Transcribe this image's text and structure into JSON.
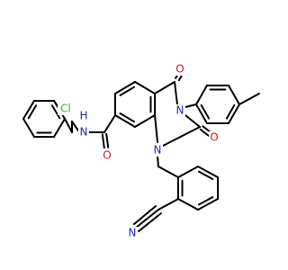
{
  "molecule": {
    "atoms": {
      "cl": {
        "text": "Cl",
        "color": "#2db82d"
      },
      "nh_n": {
        "text": "N",
        "color": "#1f1fcc"
      },
      "nh_h": {
        "text": "H",
        "color": "#1f1fcc"
      },
      "amide_o": {
        "text": "O",
        "color": "#e01010"
      },
      "c4_o": {
        "text": "O",
        "color": "#e01010"
      },
      "c2_o": {
        "text": "O",
        "color": "#e01010"
      },
      "n3": {
        "text": "N",
        "color": "#1f1fcc"
      },
      "n1": {
        "text": "N",
        "color": "#1f1fcc"
      },
      "cn_n": {
        "text": "N",
        "color": "#1f1fcc"
      }
    },
    "bond_color": "#000000"
  }
}
